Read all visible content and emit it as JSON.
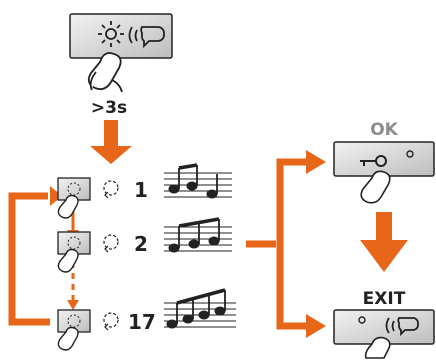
{
  "labels": {
    "hold_time": ">3s",
    "ok": "OK",
    "exit": "EXIT"
  },
  "steps": [
    {
      "number": "1"
    },
    {
      "number": "2"
    },
    {
      "number": "17"
    }
  ],
  "colors": {
    "accent": "#e8661a",
    "button_fill": "#d9d9d9",
    "muted_text": "#8c8c8c",
    "ink": "#222222"
  },
  "icons": [
    "light-icon",
    "voice-icon",
    "key-icon",
    "ringtone-cycle-icon",
    "music-notes-icon",
    "hand-press-icon"
  ]
}
